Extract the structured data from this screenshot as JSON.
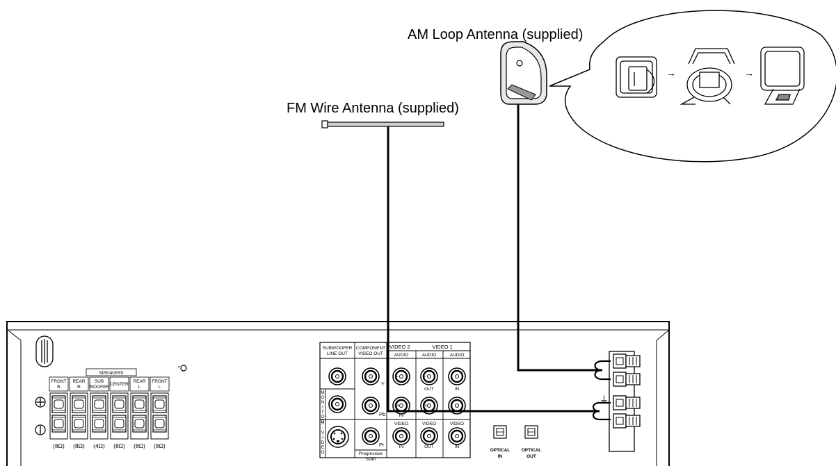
{
  "captions": {
    "am_antenna": "AM Loop Antenna (supplied)",
    "fm_antenna": "FM Wire Antenna (supplied)"
  },
  "speakers": {
    "title": "SPEAKERS",
    "channels": [
      {
        "name": [
          "FRONT",
          "R"
        ],
        "impedance": "(8Ω)"
      },
      {
        "name": [
          "REAR",
          "R"
        ],
        "impedance": "(8Ω)"
      },
      {
        "name": [
          "SUB",
          "WOOFER"
        ],
        "impedance": "(4Ω)"
      },
      {
        "name": [
          "CENTER"
        ],
        "impedance": "(8Ω)"
      },
      {
        "name": [
          "REAR",
          "L"
        ],
        "impedance": "(8Ω)"
      },
      {
        "name": [
          "FRONT",
          "L"
        ],
        "impedance": "(8Ω)"
      }
    ]
  },
  "jacks": {
    "subwoofer": [
      "SUBWOOFER",
      "LINE OUT"
    ],
    "component": [
      "COMPONENT",
      "VIDEO OUT"
    ],
    "video2": "VIDEO 2",
    "video1": "VIDEO 1",
    "audio": "AUDIO",
    "video": "VIDEO",
    "monitor": "MONITOR",
    "svideo": "S-VIDEO",
    "y": "Y",
    "pb": "Pb",
    "pr": "Pr",
    "progressive": [
      "Progressive",
      "Scan"
    ],
    "in": "IN",
    "out": "OUT",
    "l": "L",
    "r": "R",
    "optical_in": [
      "OPTICAL",
      "IN"
    ],
    "optical_out": [
      "OPTICAL",
      "OUT"
    ]
  }
}
